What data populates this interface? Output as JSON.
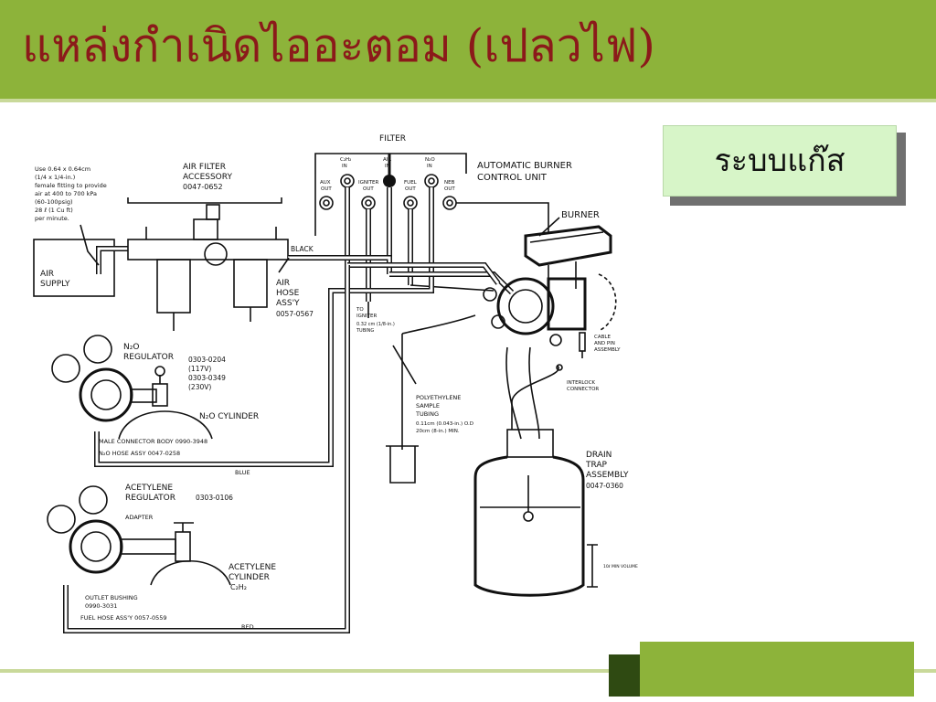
{
  "slide": {
    "title": "แหล่งกำเนิดไออะตอม (เปลวไฟ)",
    "label_box": "ระบบแก๊ส"
  },
  "diagram": {
    "top": {
      "filter": "FILTER",
      "control_unit_1": "AUTOMATIC BURNER",
      "control_unit_2": "CONTROL UNIT",
      "port_c2h2_a": "C₂H₂",
      "port_c2h2_b": "IN",
      "port_air_a": "AIR",
      "port_air_b": "IN",
      "port_n2o_a": "N₂O",
      "port_n2o_b": "IN",
      "port_aux_a": "AUX",
      "port_aux_b": "OUT",
      "port_igniter_a": "IGNITER",
      "port_igniter_b": "OUT",
      "port_fuel_a": "FUEL",
      "port_fuel_b": "OUT",
      "port_neb_a": "NEB",
      "port_neb_b": "OUT",
      "burner": "BURNER"
    },
    "fitting_note": [
      "Use 0.64 x 0.64cm",
      "(1/4 x 1/4-in.)",
      "female fitting to provide",
      "air at 400 to 700 kPa",
      "(60-100psig)",
      "28 ℓ (1 Cu ft)",
      "per minute."
    ],
    "air": {
      "filter_1": "AIR FILTER",
      "filter_2": "ACCESSORY",
      "filter_part": "0047-0652",
      "supply_1": "AIR",
      "supply_2": "SUPPLY",
      "black": "BLACK",
      "hose_1": "AIR",
      "hose_2": "HOSE",
      "hose_3": "ASS'Y",
      "hose_part": "0057-0567"
    },
    "igniter": {
      "line_1": "TO",
      "line_2": "IGNITER",
      "line_3": "0.32 cm (1/8-in.)",
      "line_4": "TUBING"
    },
    "n2o": {
      "regulator_1": "N₂O",
      "regulator_2": "REGULATOR",
      "part_1": "0303-0204",
      "part_2": "(117V)",
      "part_3": "0303-0349",
      "part_4": "(230V)",
      "cylinder": "N₂O CYLINDER",
      "male_connector": "MALE CONNECTOR BODY 0990-3948",
      "hose": "N₂O HOSE ASSY 0047-0258",
      "blue": "BLUE"
    },
    "acetylene": {
      "regulator_1": "ACETYLENE",
      "regulator_2": "REGULATOR",
      "regulator_part": "0303-0106",
      "adapter": "ADAPTER",
      "cylinder_1": "ACETYLENE",
      "cylinder_2": "CYLINDER",
      "cylinder_3": "C₂H₂",
      "bushing_1": "OUTLET BUSHING",
      "bushing_2": "0990-3031",
      "fuel_hose": "FUEL HOSE ASS'Y 0057-0559",
      "red": "RED"
    },
    "sample": {
      "line_1": "POLYETHYLENE",
      "line_2": "SAMPLE",
      "line_3": "TUBING",
      "line_4": "0.11cm (0.043-in.) O.D",
      "line_5": "20cm (8-in.) MIN."
    },
    "right": {
      "cable_1": "CABLE",
      "cable_2": "AND PIN",
      "cable_3": "ASSEMBLY",
      "interlock_1": "INTERLOCK",
      "interlock_2": "CONNECTOR",
      "drain_1": "DRAIN",
      "drain_2": "TRAP",
      "drain_3": "ASSEMBLY",
      "drain_part": "0047-0360",
      "volume": "10ℓ MIN VOLUME"
    }
  }
}
